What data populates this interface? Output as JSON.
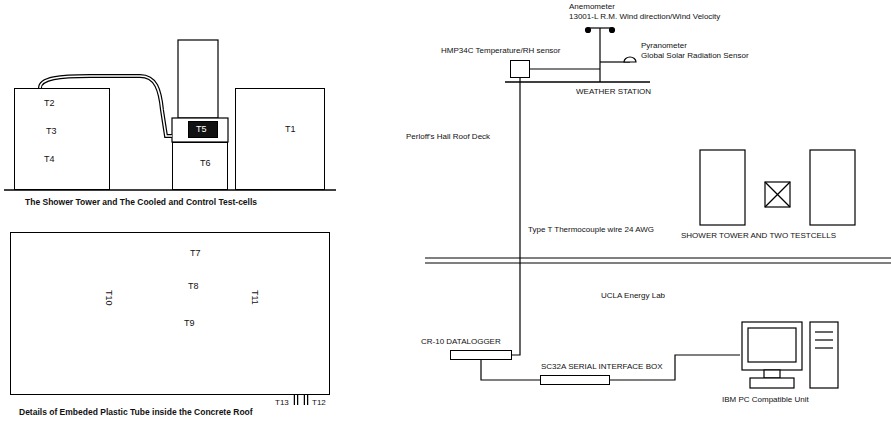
{
  "diagram": {
    "nodes": [
      {
        "text": [
          "T2",
          "T3",
          "T4"
        ]
      },
      {
        "text": [
          "T6"
        ]
      },
      {
        "text": [
          "T5"
        ]
      },
      {
        "text": [
          "T1"
        ]
      },
      {
        "text": [
          "T7",
          "T8",
          "T9",
          "T10",
          "T11"
        ]
      },
      {
        "text": [
          "HMP34C Temperature/RH sensor"
        ]
      },
      {
        "text": [
          "CR-10 DATALOGGER"
        ]
      },
      {
        "text": [
          "SC32A SERIAL INTERFACE BOX"
        ]
      },
      {
        "text": [
          "IBM PC Compatible Unit"
        ]
      }
    ],
    "edges": [
      {
        "from": 5,
        "to": 6,
        "arrow": "none"
      },
      {
        "from": 6,
        "to": 7,
        "arrow": "none"
      },
      {
        "from": 7,
        "to": 8,
        "arrow": "none"
      }
    ],
    "labels": [
      "The Shower Tower and The Cooled and Control Test-cells",
      "T13",
      "T12",
      "Details of Embeded Plastic Tube inside the Concrete Roof",
      "Anemometer",
      "13001-L R.M. Wind direction/Wind Velocity",
      "Pyranometer",
      "Global Solar Radiation Sensor",
      "WEATHER STATION",
      "Perloff's Hall Roof Deck",
      "Type T Thermocouple wire 24 AWG",
      "SHOWER TOWER AND TWO TESTCELLS",
      "UCLA Energy Lab"
    ]
  }
}
